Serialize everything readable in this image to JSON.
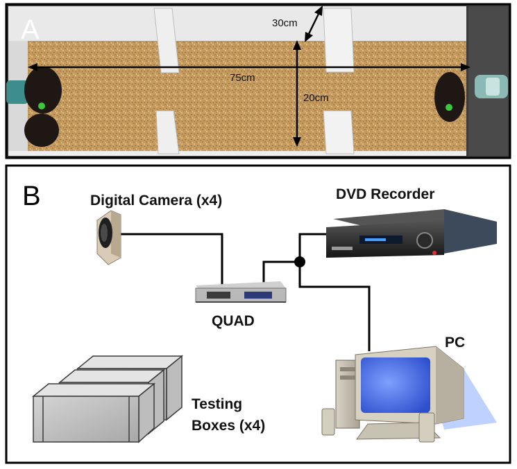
{
  "panel_a": {
    "letter": "A",
    "dimensions": {
      "width": "30cm",
      "length": "75cm",
      "compartment": "20cm"
    }
  },
  "panel_b": {
    "letter": "B",
    "labels": {
      "camera": "Digital Camera (x4)",
      "dvd": "DVD Recorder",
      "quad": "QUAD",
      "pc": "PC",
      "boxes_line1": "Testing",
      "boxes_line2": "Boxes (x4)"
    }
  },
  "colors": {
    "border": "#000000",
    "sawdust": "#c49a5e",
    "monitor_screen": "#3e64e0",
    "mouse_marker": "#3cc83c"
  }
}
